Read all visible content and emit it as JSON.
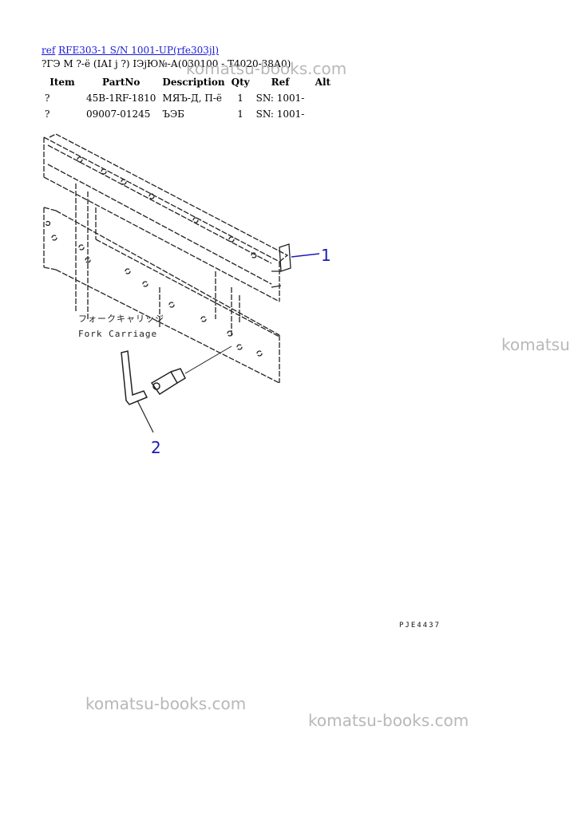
{
  "header": {
    "ref_link": "ref",
    "model_link": "RFE303-1 S/N  1001-UP(rfe303jl)",
    "subtitle": "?ГЭ М ?-ё (ІАІ j ?) ІЭјЮ№-А(030100 - Т4020-38А0)"
  },
  "table": {
    "columns": [
      "Item",
      "PartNo",
      "Description",
      "Qty",
      "Ref",
      "Alt"
    ],
    "rows": [
      {
        "item": "?",
        "part_no": "45B-1RF-1810",
        "description": "МЯЪ-Д, П-ё",
        "qty": "1",
        "ref": "SN: 1001-",
        "alt": ""
      },
      {
        "item": "?",
        "part_no": "09007-01245",
        "description": "ЪЭБ",
        "qty": "1",
        "ref": "SN: 1001-",
        "alt": ""
      }
    ]
  },
  "diagram": {
    "callouts": [
      "1",
      "2"
    ],
    "caption_jp": "フォークキャリッジ",
    "caption_en": "Fork Carriage",
    "drawing_code": "PJE4437"
  },
  "watermarks": [
    "komatsu-books.com",
    "komatsu",
    "komatsu-books.com",
    "komatsu-books.com"
  ]
}
